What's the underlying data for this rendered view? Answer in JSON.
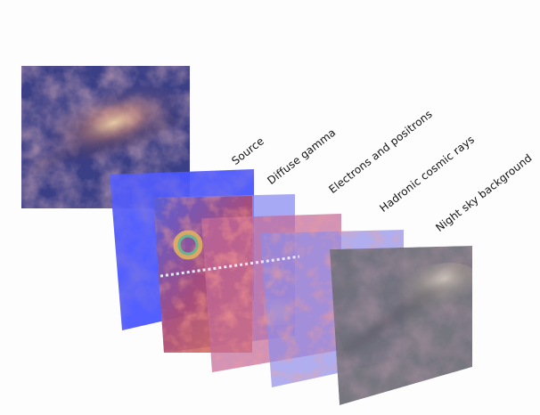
{
  "layers": [
    {
      "id": "milky-way-sky",
      "label": ""
    },
    {
      "id": "source",
      "label": "Source"
    },
    {
      "id": "diffuse-gamma",
      "label": "Diffuse gamma"
    },
    {
      "id": "electrons-positrons",
      "label": "Electrons and positrons"
    },
    {
      "id": "hadronic-cosmic-rays",
      "label": "Hadronic cosmic rays"
    },
    {
      "id": "night-sky-background",
      "label": "Night sky background"
    }
  ],
  "colors": {
    "background": "#fdfdfd",
    "source_layer": "#4a56ff",
    "diffuse_layer": "#7c7ff0",
    "electron_layer": "#c46a9a",
    "hadronic_layer": "#8a86e6",
    "night_sky_layer": "#6f6f78",
    "los_line": "#e8e8f6"
  }
}
